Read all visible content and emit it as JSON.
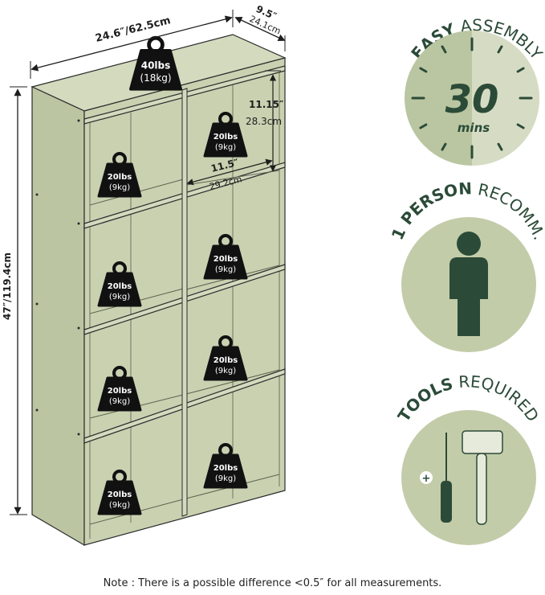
{
  "colors": {
    "panel": "#c9d1b1",
    "panel_side": "#bcc5a1",
    "panel_top": "#d3dabe",
    "edge": "#2c2c2c",
    "weight": "#111111",
    "badge_light": "#bac6a1",
    "badge_inner": "#cbd4b6",
    "badge_dark": "#2b4b38",
    "text_dark": "#2b4b38"
  },
  "dimensions": {
    "width": "24.6″/62.5cm",
    "depth_value": "9.5″",
    "depth_cm": "24.1cm",
    "height": "47″/119.4cm",
    "cube_height_value": "11.15″",
    "cube_height_cm": "28.3cm",
    "cube_width_value": "11.5″",
    "cube_width_cm": "29.2cm"
  },
  "weights": {
    "top": {
      "lbs": "40lbs",
      "kg": "(18kg)"
    },
    "cube": {
      "lbs": "20lbs",
      "kg": "(9kg)"
    }
  },
  "badges": {
    "assembly": {
      "bold": "EASY",
      "light": "ASSEMBLY",
      "number": "30",
      "unit": "mins",
      "icon": "clock-icon"
    },
    "person": {
      "bold": "1 PERSON",
      "light": "RECOMM.",
      "icon": "person-icon"
    },
    "tools": {
      "bold": "TOOLS",
      "light": "REQUIRED",
      "icon": "tools-icon"
    }
  },
  "note": "Note : There is a possible difference <0.5″ for all measurements."
}
